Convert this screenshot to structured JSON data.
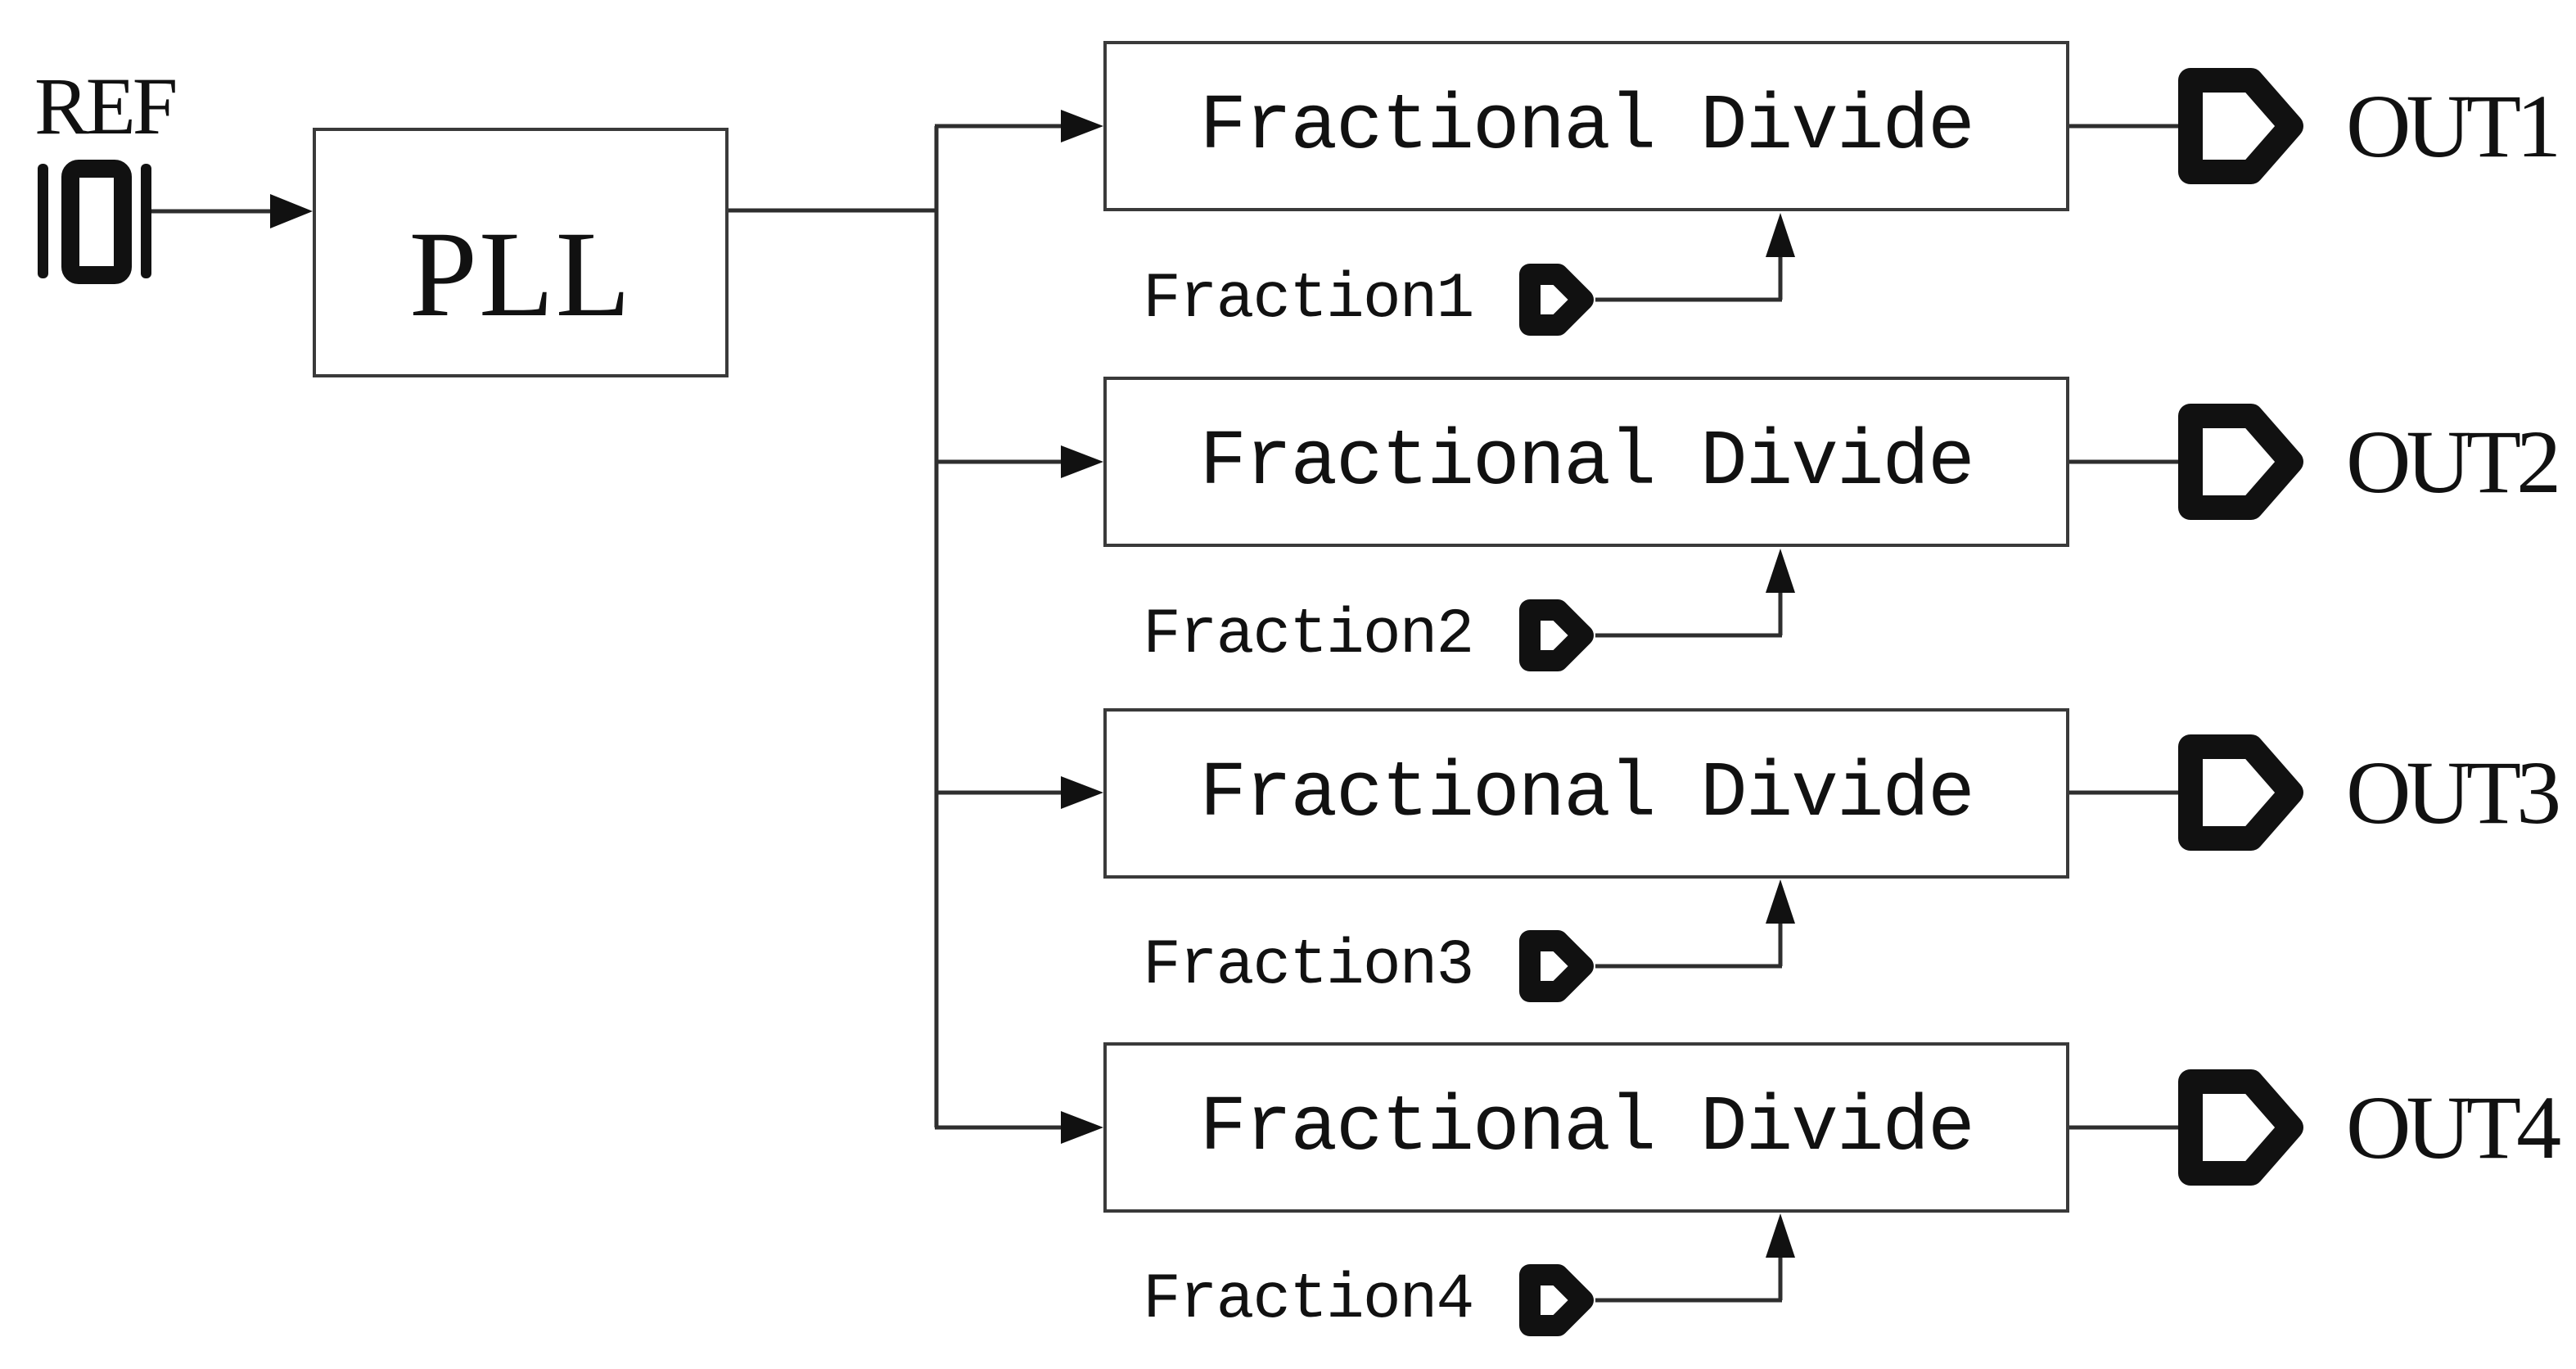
{
  "figure": {
    "background_color": "#ffffff",
    "line_color": "#2e2e2e",
    "shape_color": "#111111",
    "ref_label": "REF",
    "pll_label": "PLL",
    "channels": [
      {
        "divider_label": "Fractional Divide",
        "fraction_label": "Fraction1",
        "output_label": "OUT1"
      },
      {
        "divider_label": "Fractional Divide",
        "fraction_label": "Fraction2",
        "output_label": "OUT2"
      },
      {
        "divider_label": "Fractional Divide",
        "fraction_label": "Fraction3",
        "output_label": "OUT3"
      },
      {
        "divider_label": "Fractional Divide",
        "fraction_label": "Fraction4",
        "output_label": "OUT4"
      }
    ],
    "icons": {
      "crystal": "crystal-oscillator-icon",
      "input_pin": "input-pin-pentagon-icon",
      "output_pin": "output-pin-pentagon-icon",
      "arrowhead": "arrowhead-icon"
    }
  }
}
